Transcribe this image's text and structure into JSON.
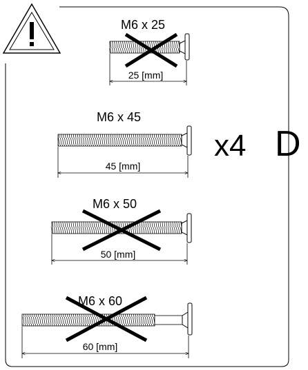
{
  "warning_icon": "warning-triangle-icon",
  "screws": [
    {
      "label": "M6 x 25",
      "dimension": "25 [mm]",
      "crossed_out": true
    },
    {
      "label": "M6 x 45",
      "dimension": "45 [mm]",
      "crossed_out": false
    },
    {
      "label": "M6 x 50",
      "dimension": "50 [mm]",
      "crossed_out": true
    },
    {
      "label": "M6 x 60",
      "dimension": "60 [mm]",
      "crossed_out": true
    }
  ],
  "quantity": "x4",
  "part_letter": "D",
  "colors": {
    "ink": "#000000",
    "background": "#ffffff"
  }
}
